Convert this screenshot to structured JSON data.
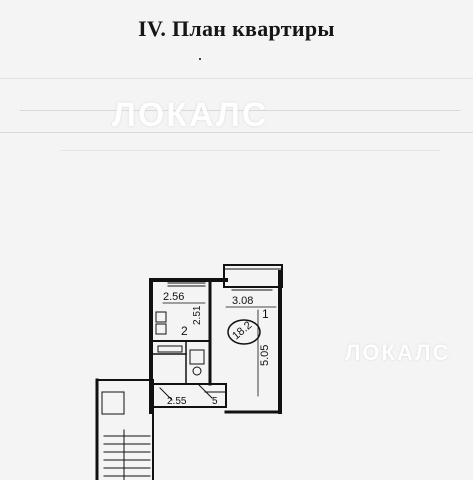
{
  "document": {
    "title": "IV. План квартиры",
    "watermark": "ЛОКАЛС",
    "plan_labels": {
      "kitchen_width": "2.56",
      "room_width": "3.08",
      "kitchen_number": "2",
      "kitchen_depth": "2.51",
      "room_number": "1",
      "room_area": "18.2",
      "room_depth": "5.05",
      "hall_width": "2.55",
      "small_mark": "5"
    }
  }
}
